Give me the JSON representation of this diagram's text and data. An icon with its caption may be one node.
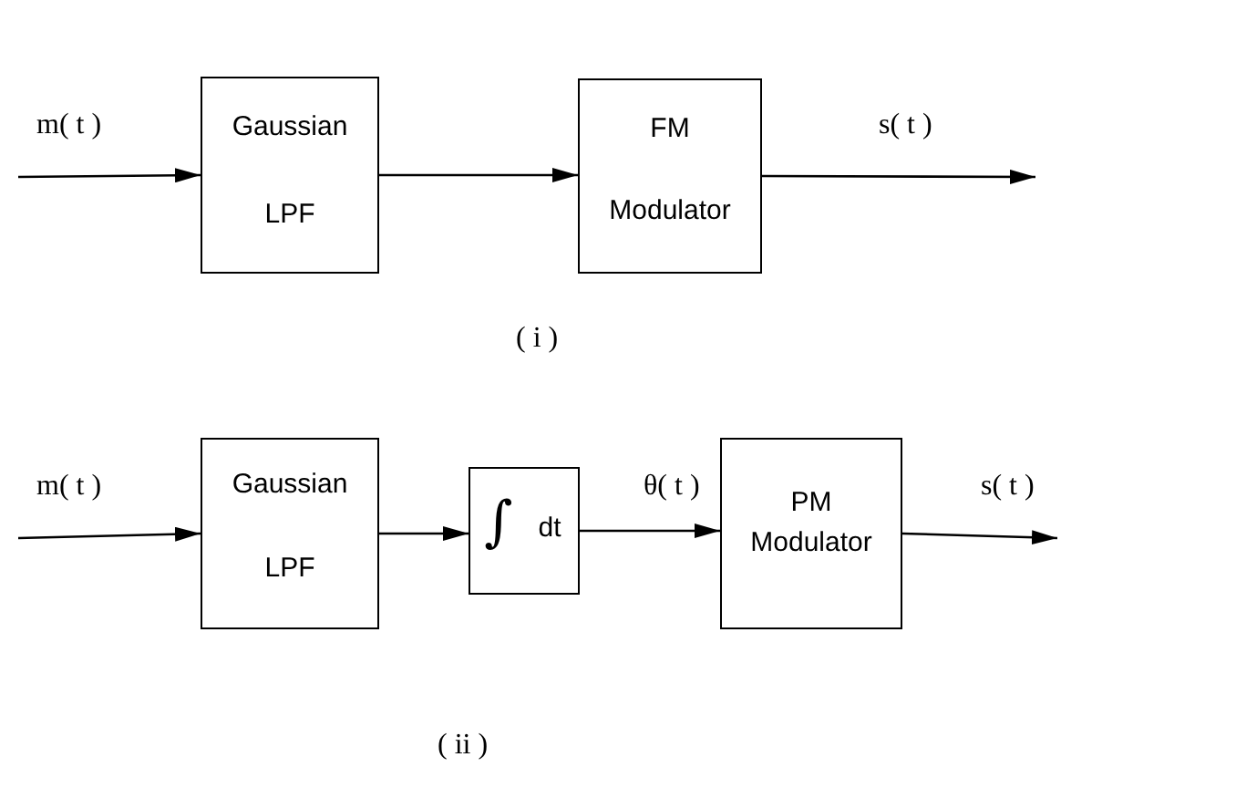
{
  "diagram": {
    "nodes": [
      {
        "text": [
          "Gaussian",
          "LPF"
        ]
      },
      {
        "text": [
          "FM",
          "Modulator"
        ]
      },
      {
        "text": [
          "Gaussian",
          "LPF"
        ]
      },
      {
        "text": [
          "∫",
          "dt"
        ]
      },
      {
        "text": [
          "PM",
          "Modulator"
        ]
      }
    ],
    "edges": [
      {
        "from": null,
        "to": 0,
        "arrow": "to",
        "label": "m( t )"
      },
      {
        "from": 0,
        "to": 1,
        "arrow": "to"
      },
      {
        "from": 1,
        "to": null,
        "arrow": "to",
        "label": "s( t )"
      },
      {
        "from": null,
        "to": 2,
        "arrow": "to",
        "label": "m( t )"
      },
      {
        "from": 2,
        "to": 3,
        "arrow": "to"
      },
      {
        "from": 3,
        "to": 4,
        "arrow": "to",
        "label": "θ( t )"
      },
      {
        "from": 4,
        "to": null,
        "arrow": "to",
        "label": "s( t )"
      }
    ],
    "labels": [
      "( i )",
      "( ii )"
    ]
  }
}
